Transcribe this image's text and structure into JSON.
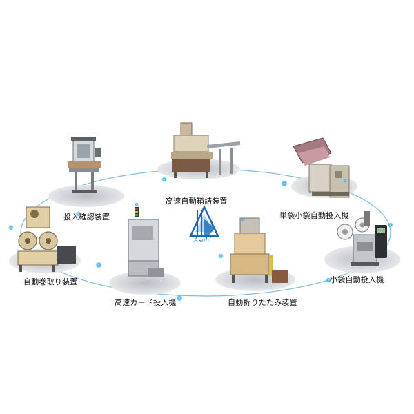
{
  "machines": [
    {
      "id": "inspection",
      "label": "投入確認装置"
    },
    {
      "id": "casing",
      "label": "高速自動箱詰装置"
    },
    {
      "id": "single-bag",
      "label": "単袋小袋自動投入機"
    },
    {
      "id": "small-bag",
      "label": "小袋自動投入機"
    },
    {
      "id": "folding",
      "label": "自動折りたたみ装置"
    },
    {
      "id": "card",
      "label": "高速カード投入機"
    },
    {
      "id": "winding",
      "label": "自動巻取り装置"
    }
  ],
  "logo": {
    "text": "Asahi"
  },
  "colors": {
    "ring": "#7fb8e0",
    "logo": "#1b6bb3",
    "sparkle": "#3ba9e8"
  }
}
